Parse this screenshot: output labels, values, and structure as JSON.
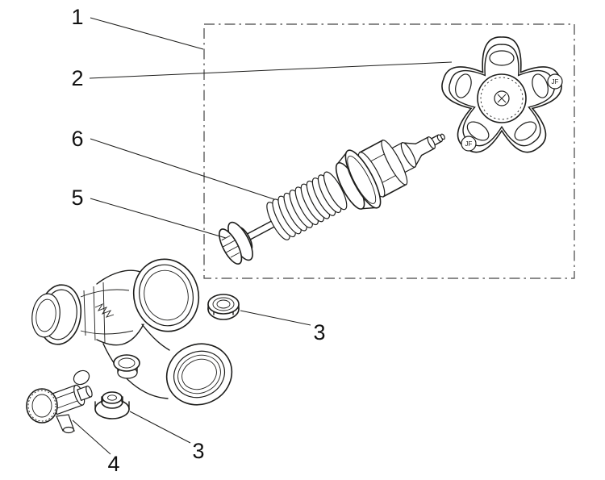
{
  "diagram": {
    "background": "#ffffff",
    "line_color": "#1d1d1b"
  },
  "callouts": {
    "part1": "1",
    "part2": "2",
    "part3_upper": "3",
    "part3_lower": "3",
    "part4": "4",
    "part5": "5",
    "part6": "6"
  },
  "handwheel": {
    "logo": "JF"
  }
}
